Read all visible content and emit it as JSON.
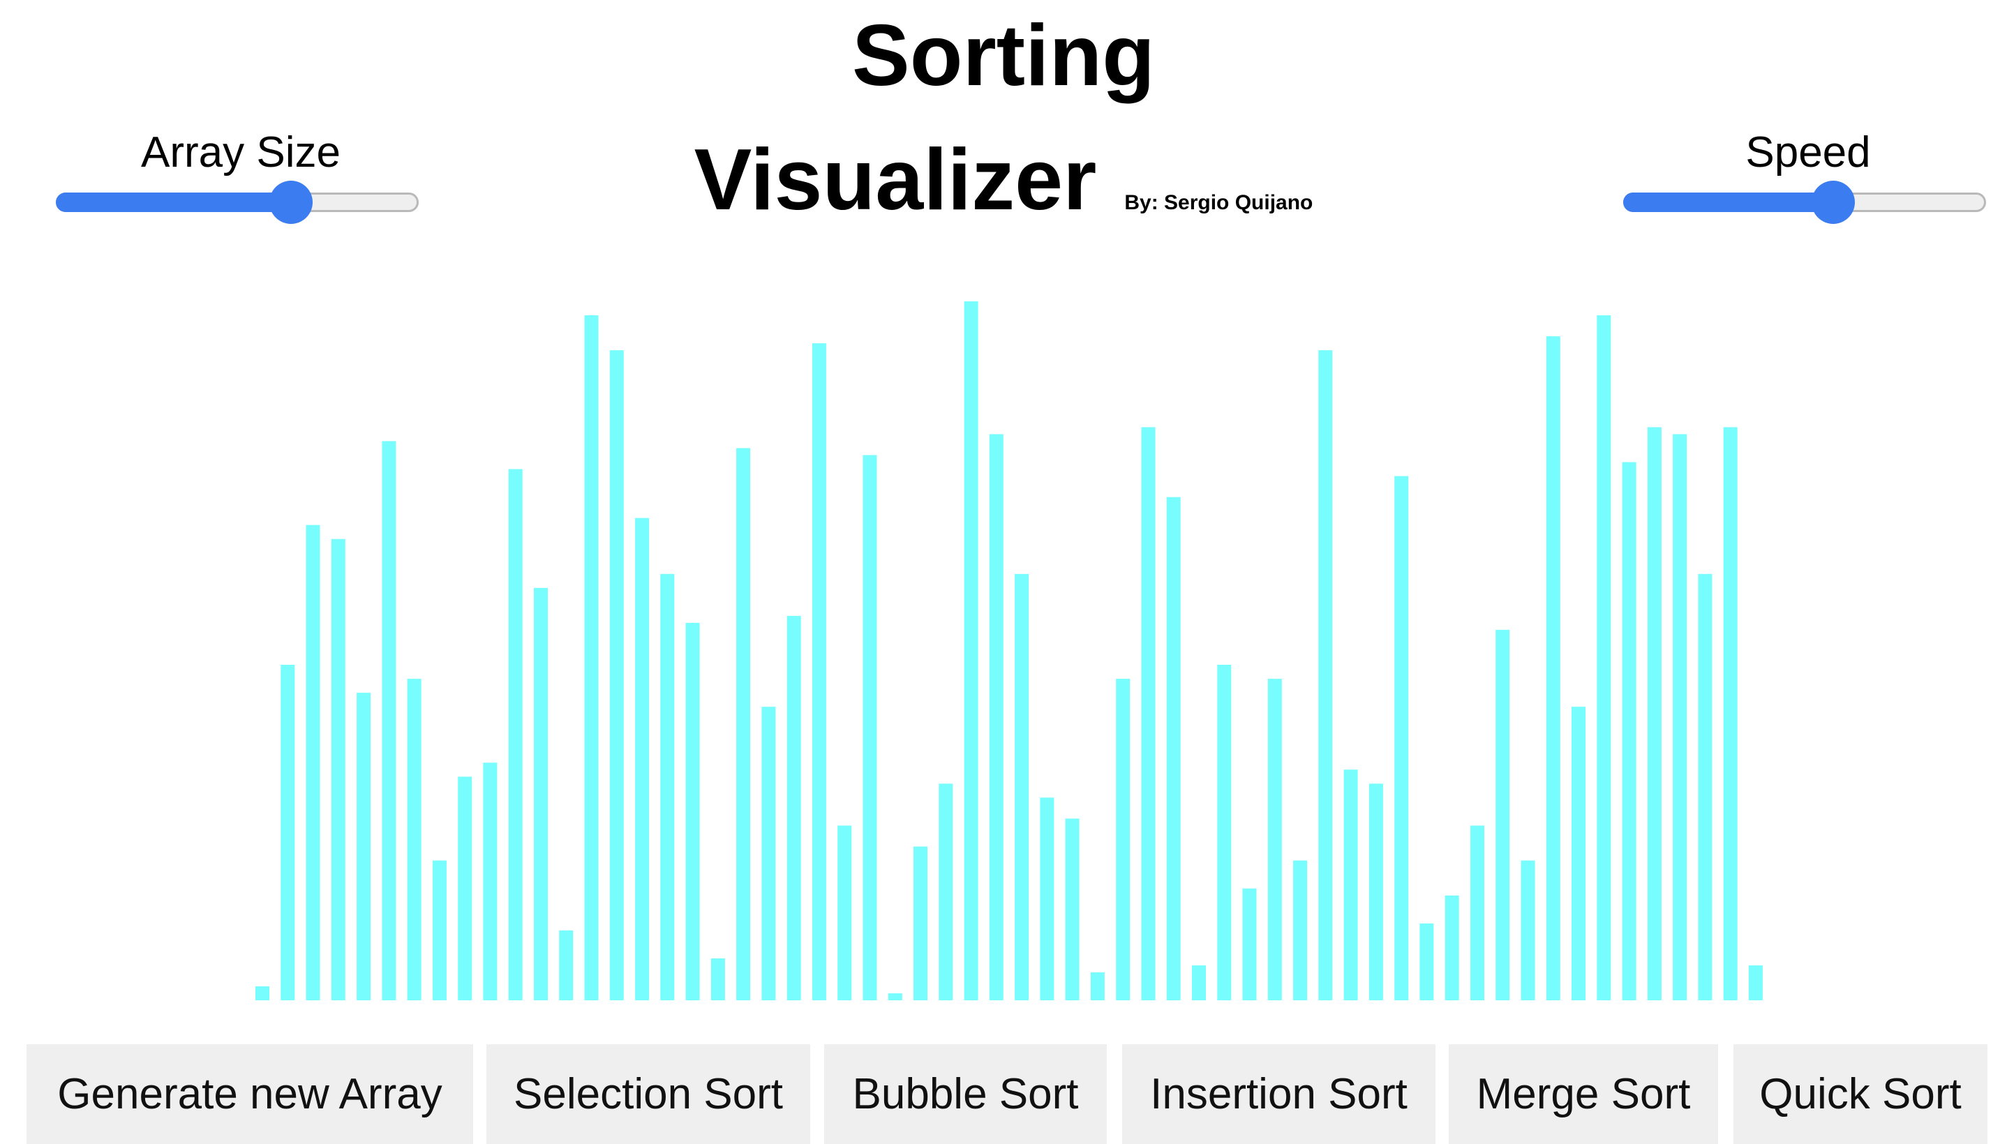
{
  "title": {
    "line1": "Sorting",
    "line2": "Visualizer",
    "byline": "By: Sergio Quijano"
  },
  "controls": {
    "array_size": {
      "label": "Array Size",
      "value": 0.65
    },
    "speed": {
      "label": "Speed",
      "value": 0.58
    }
  },
  "colors": {
    "bar": "#77fdfd",
    "accent": "#3b7cf0",
    "button_bg": "#efefef"
  },
  "array": {
    "values": [
      2,
      48,
      68,
      66,
      44,
      80,
      46,
      20,
      32,
      34,
      76,
      59,
      10,
      98,
      93,
      69,
      61,
      54,
      6,
      79,
      42,
      55,
      94,
      25,
      78,
      1,
      22,
      31,
      100,
      81,
      61,
      29,
      26,
      4,
      46,
      82,
      72,
      5,
      48,
      16,
      46,
      20,
      93,
      33,
      31,
      75,
      11,
      15,
      25,
      53,
      20,
      95,
      42,
      98,
      77,
      82,
      81,
      61,
      82,
      5
    ]
  },
  "buttons": {
    "generate": "Generate new Array",
    "selection": "Selection Sort",
    "bubble": "Bubble Sort",
    "insertion": "Insertion Sort",
    "merge": "Merge Sort",
    "quick": "Quick Sort"
  }
}
